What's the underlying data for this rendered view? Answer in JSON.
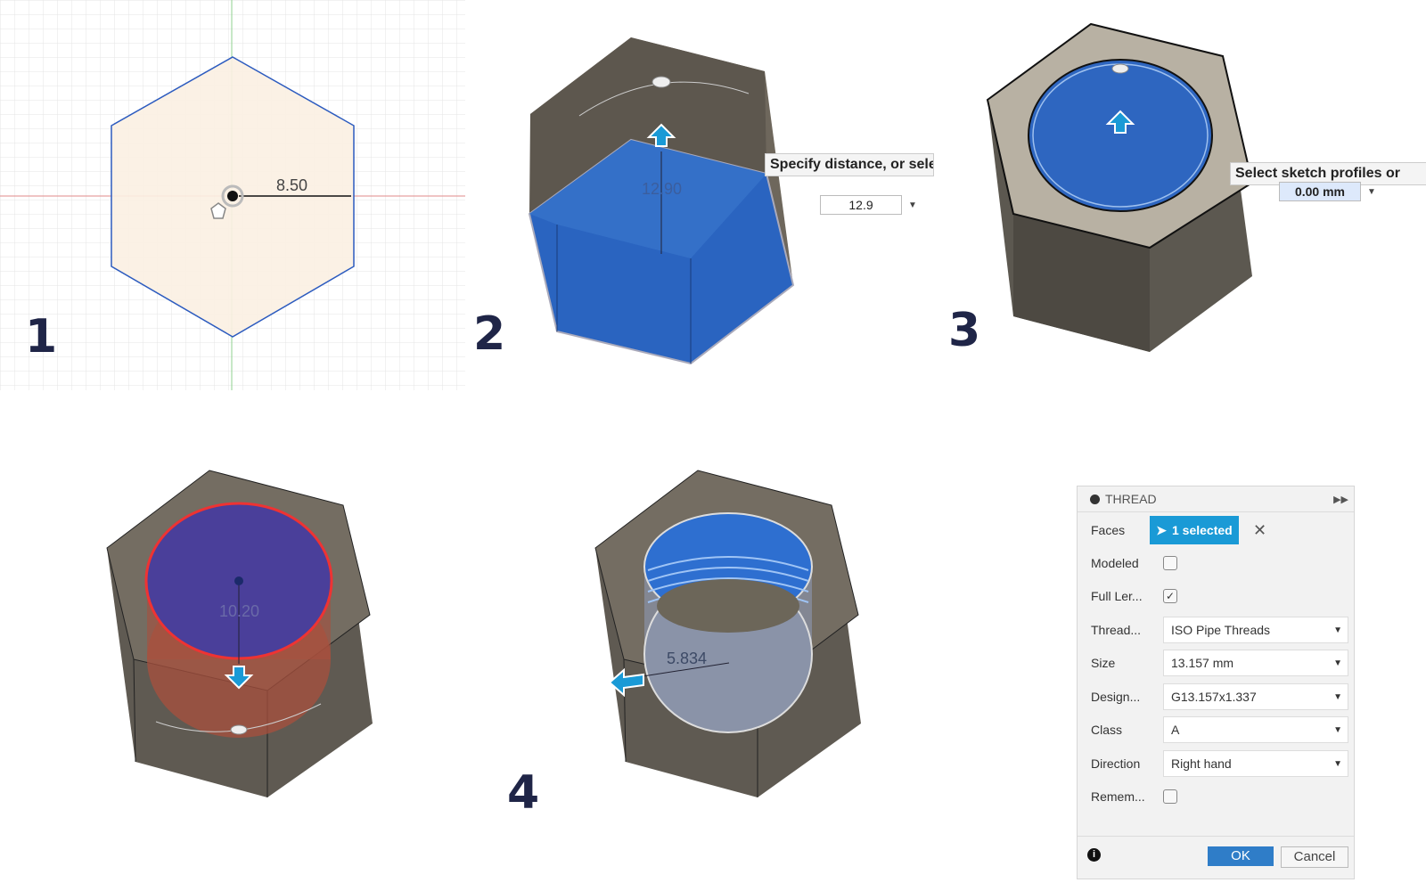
{
  "steps": {
    "s1": "1",
    "s2": "2",
    "s3": "3",
    "s4": "4"
  },
  "sketch": {
    "dimension": "8.50"
  },
  "extrude": {
    "dimension": "12.90",
    "tooltip": "Specify distance, or sele",
    "value": "12.9"
  },
  "offset": {
    "tooltip": "Select sketch profiles or",
    "value": "0.00 mm"
  },
  "hole": {
    "dimension": "10.20"
  },
  "thread_view": {
    "dimension": "5.834"
  },
  "thread_panel": {
    "title": "THREAD",
    "faces_label": "Faces",
    "faces_value": "1 selected",
    "modeled_label": "Modeled",
    "modeled_checked": false,
    "full_length_label": "Full Ler...",
    "full_length_checked": true,
    "thread_type_label": "Thread...",
    "thread_type_value": "ISO Pipe Threads",
    "size_label": "Size",
    "size_value": "13.157 mm",
    "designation_label": "Design...",
    "designation_value": "G13.157x1.337",
    "class_label": "Class",
    "class_value": "A",
    "direction_label": "Direction",
    "direction_value": "Right hand",
    "remember_label": "Remem...",
    "remember_checked": false,
    "ok_label": "OK",
    "cancel_label": "Cancel"
  },
  "colors": {
    "selection_blue": "#2a64c0",
    "accent": "#1a9ad6",
    "body": "#6e675c"
  }
}
